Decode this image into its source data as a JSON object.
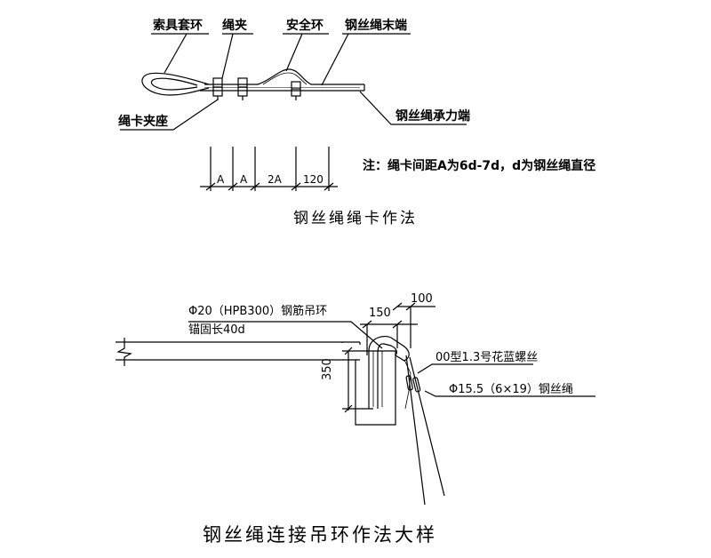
{
  "top_detail": {
    "labels": {
      "sheath_ring": "索具套环",
      "rope_clamp": "绳夹",
      "safety_ring": "安全环",
      "rope_tail": "钢丝绳末端",
      "clamp_seat": "绳卡夹座",
      "bearing_end": "钢丝绳承力端"
    },
    "dims": [
      "A",
      "A",
      "2A",
      "120"
    ],
    "note": "注：绳卡间距A为6d-7d，d为钢丝绳直径",
    "caption": "钢丝绳绳卡作法"
  },
  "bottom_detail": {
    "labels": {
      "rebar_ring": "Φ20（HPB300）钢筋吊环",
      "anchor_len": "锚固长40d",
      "turnbuckle": "00型1.3号花蓝螺丝",
      "wire_rope": "Φ15.5（6×19）钢丝绳"
    },
    "dims": {
      "width": "150",
      "offset": "100",
      "height": "350"
    },
    "caption": "钢丝绳连接吊环作法大样"
  }
}
